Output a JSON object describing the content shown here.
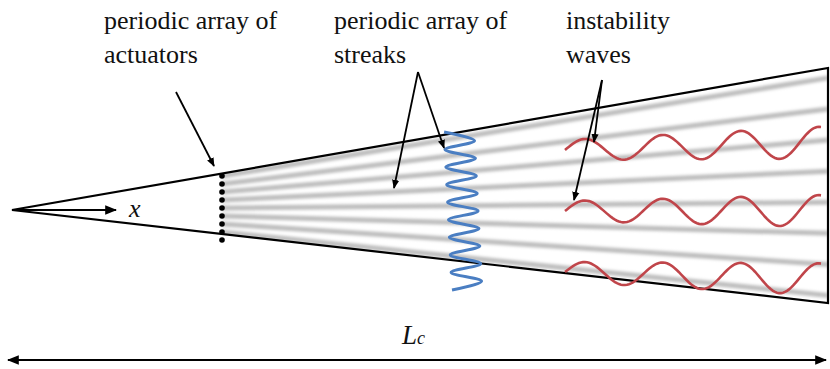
{
  "diagram": {
    "labels": [
      "periodic array of actuators",
      "periodic array of streaks",
      "instability waves",
      "x",
      "Lc"
    ]
  }
}
